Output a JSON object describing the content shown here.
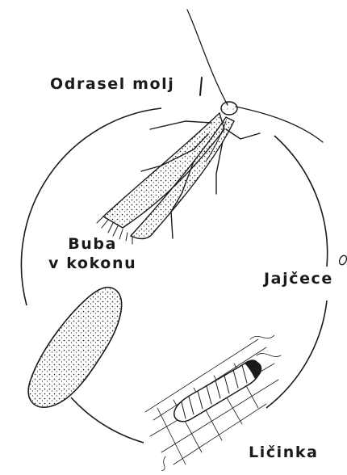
{
  "labels": {
    "adult": "Odrasel molj",
    "pupa_line1": "Buba",
    "pupa_line2": "v kokonu",
    "egg": "Jajčece",
    "larva": "Ličinka"
  },
  "colors": {
    "ink": "#1a1a1a",
    "background": "#ffffff"
  }
}
